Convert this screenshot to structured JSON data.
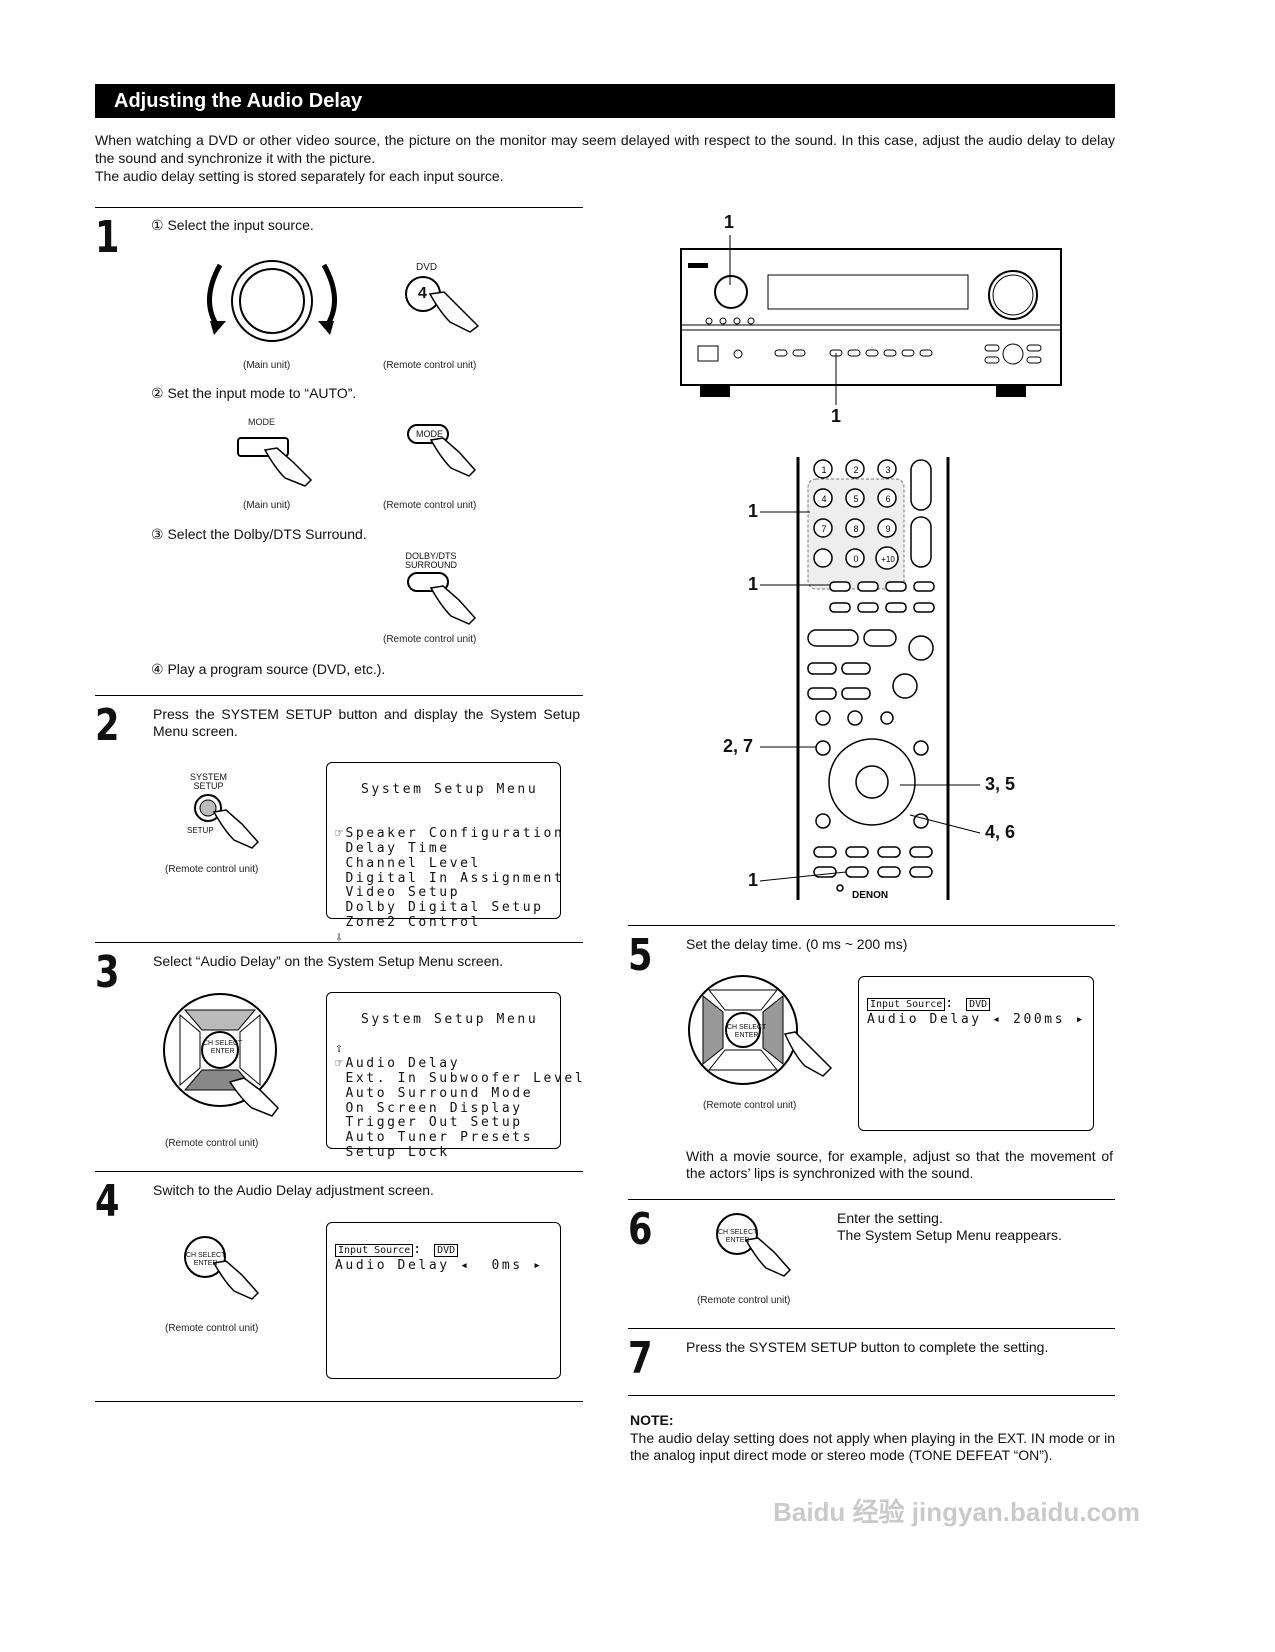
{
  "title": "Adjusting the Audio Delay",
  "intro": [
    "When watching a DVD or other video source, the picture on the monitor may seem delayed with respect to the sound. In this case, adjust the audio delay to delay the sound and synchronize it with the picture.",
    "The audio delay setting is stored separately for each input source."
  ],
  "captions": {
    "main": "(Main unit)",
    "remote": "(Remote control unit)"
  },
  "step1": {
    "number": "1",
    "sub": [
      {
        "marker": "①",
        "text": "Select the input source."
      },
      {
        "marker": "②",
        "text": "Set the input mode to “AUTO”."
      },
      {
        "marker": "③",
        "text": "Select the Dolby/DTS Surround."
      },
      {
        "marker": "④",
        "text": "Play a program source (DVD, etc.)."
      }
    ],
    "labels": {
      "dvd": "DVD",
      "four": "4",
      "mode": "MODE",
      "dolby1": "DOLBY/DTS",
      "dolby2": "SURROUND"
    }
  },
  "step2": {
    "number": "2",
    "text": "Press the SYSTEM SETUP button and display the System Setup Menu screen.",
    "labels": {
      "sys1": "SYSTEM",
      "sys2": "SETUP",
      "setup": "SETUP"
    },
    "screen": {
      "title": "System Setup Menu",
      "pointer": "☞",
      "items": [
        "Speaker Configuration",
        "Delay Time",
        "Channel Level",
        "Digital In Assignment",
        "Video Setup",
        "Dolby Digital Setup",
        "Zone2 Control"
      ],
      "more": "⇩"
    }
  },
  "step3": {
    "number": "3",
    "text": "Select “Audio Delay” on the System Setup Menu screen.",
    "labels": {
      "ch1": "CH SELECT",
      "ch2": "ENTER"
    },
    "screen": {
      "title": "System Setup Menu",
      "up": "⇧",
      "pointer": "☞",
      "items": [
        "Audio Delay",
        "Ext. In Subwoofer Level",
        "Auto Surround Mode",
        "On Screen Display",
        "Trigger Out Setup",
        "Auto Tuner Presets",
        "Setup Lock"
      ]
    }
  },
  "step4": {
    "number": "4",
    "text": "Switch to the Audio Delay adjustment screen.",
    "screen": {
      "input_label": "Input Source",
      "input_value": "DVD",
      "param": "Audio Delay",
      "value": "0ms",
      "left": "◂",
      "right": "▸"
    }
  },
  "step5": {
    "number": "5",
    "text": "Set the delay time. (0 ms ~ 200 ms)",
    "screen": {
      "input_label": "Input Source",
      "input_value": "DVD",
      "param": "Audio Delay",
      "value": "200ms",
      "left": "◂",
      "right": "▸"
    },
    "after": "With a movie source, for example, adjust so that the movement of the actors’ lips is synchronized with the sound."
  },
  "step6": {
    "number": "6",
    "text": [
      "Enter the setting.",
      "The System Setup Menu reappears."
    ]
  },
  "step7": {
    "number": "7",
    "text": "Press the SYSTEM SETUP button to complete the setting."
  },
  "note": {
    "heading": "NOTE:",
    "text": "The audio delay setting does not apply when playing in the EXT. IN mode or in the analog input direct mode or stereo mode (TONE DEFEAT “ON”)."
  },
  "callouts": {
    "recv_top": "1",
    "recv_bottom": "1",
    "r1": "1",
    "r2": "1",
    "r27": "2, 7",
    "r35": "3, 5",
    "r46": "4, 6",
    "r3": "1"
  },
  "remote": {
    "brand": "DENON",
    "keys": [
      "1",
      "2",
      "3",
      "4",
      "5",
      "6",
      "7",
      "8",
      "9",
      "0",
      "+10"
    ]
  },
  "watermark": "Baidu 经验 jingyan.baidu.com"
}
